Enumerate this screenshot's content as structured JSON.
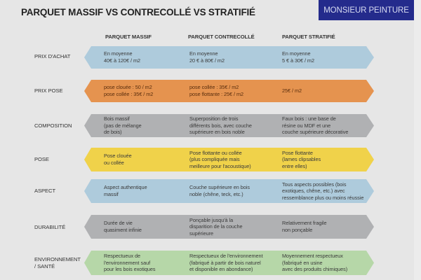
{
  "header": {
    "title": "PARQUET MASSIF VS CONTRECOLLÉ VS STRATIFIÉ",
    "brand": "MONSIEUR PEINTURE"
  },
  "columns": [
    "PARQUET MASSIF",
    "PARQUET CONTRECOLLÉ",
    "PARQUET STRATIFIÉ"
  ],
  "colors": {
    "background": "#e6e6e6",
    "brand": "#242b8c",
    "blue": "#aecbdc",
    "orange": "#e5934f",
    "gray": "#b0b1b3",
    "yellow": "#f0d24a",
    "green": "#b6d7a8"
  },
  "rows": [
    {
      "label": "PRIX D'ACHAT",
      "color": "blue",
      "cells": [
        "En moyenne\n40€ à 120€ / m2",
        "En moyenne\n20 € à 80€ / m2",
        "En moyenne\n5 € à 30€ / m2"
      ]
    },
    {
      "label": "PRIX POSE",
      "color": "orange",
      "cells": [
        "pose clouée : 50 / m2\npose collée : 35€ / m2",
        "pose collée : 35€ / m2\npose flottante : 25€ / m2",
        "25€ / m2"
      ]
    },
    {
      "label": "COMPOSITION",
      "color": "gray",
      "cells": [
        "Bois massif\n(pas de mélange\nde bois)",
        "Superposition de trois\ndifférents bois, avec couche\nsupérieure en bois noble",
        "Faux bois : une base de\nrésine ou MDF et une\ncouche supérieure décorative"
      ]
    },
    {
      "label": "POSE",
      "color": "yellow",
      "cells": [
        "Pose clouée\nou collée",
        "Pose flottante ou collée\n(plus compliquée mais\nmeilleure pour l'acoustique)",
        "Pose flottante\n(lames clipsables\nentre elles)"
      ]
    },
    {
      "label": "ASPECT",
      "color": "blue",
      "cells": [
        "Aspect authentique\nmassif",
        "Couche supérieure en bois\nnoble (chêne, teck, etc.)",
        "Tous aspects possibles (bois\nexotiques, chêne, etc.) avec\nressemblance plus ou moins réussie"
      ]
    },
    {
      "label": "DURABILITÉ",
      "color": "gray",
      "cells": [
        "Durée de vie\nquasiment infinie",
        "Ponçable jusqu'à la\ndisparition de la couche\nsupérieure",
        "Relativement fragile\nnon ponçable"
      ]
    },
    {
      "label": "ENVIRONNEMENT\n/ SANTÉ",
      "color": "green",
      "cells": [
        "Respectueux de\nl'environnement sauf\npour les bois exotiques",
        "Respectueux de l'environnement\n(fabriqué à partir de bois naturel\net disponible en abondance)",
        "Moyennement respectueux\n(fabriqué en usine\navec des produits chimiques)"
      ]
    }
  ]
}
